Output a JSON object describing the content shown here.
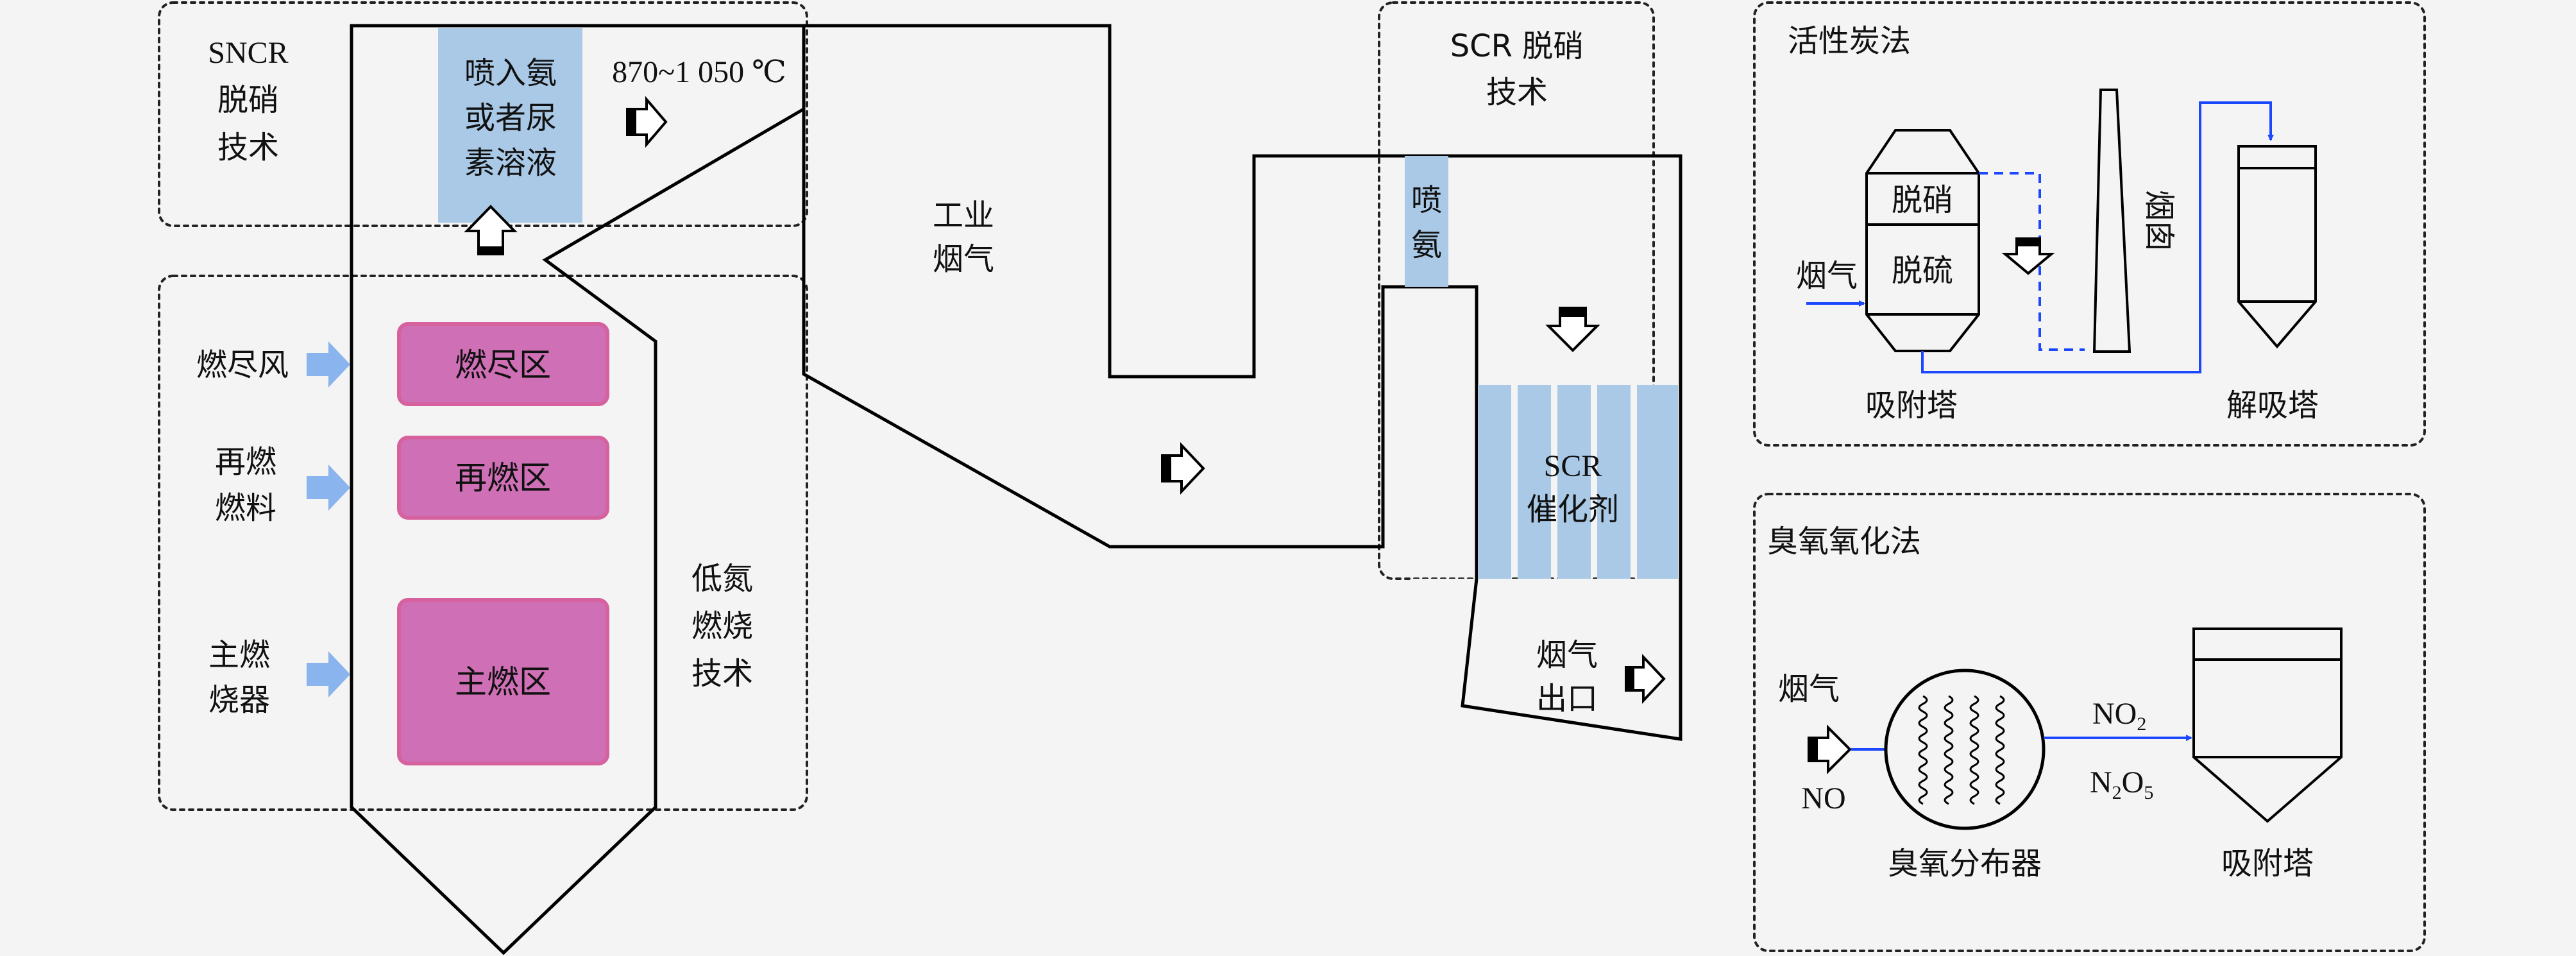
{
  "sncr": {
    "line1": "SNCR",
    "line2": "脱硝",
    "line3": "技术",
    "inject1": "喷入氨",
    "inject2": "或者尿",
    "inject3": "素溶液",
    "temp": "870~1 050 ℃"
  },
  "low_nox": {
    "line1": "低氮",
    "line2": "燃烧",
    "line3": "技术"
  },
  "inputs": {
    "burnout_air": "燃尽风",
    "reburn1": "再燃",
    "reburn2": "燃料",
    "main1": "主燃",
    "main2": "烧器"
  },
  "zones": {
    "burnout": "燃尽区",
    "reburn": "再燃区",
    "main": "主燃区"
  },
  "flue": {
    "line1": "工业",
    "line2": "烟气"
  },
  "scr": {
    "line1": "SCR 脱硝",
    "line2": "技术",
    "spray1": "喷",
    "spray2": "氨",
    "cat1": "SCR",
    "cat2": "催化剂",
    "out1": "烟气",
    "out2": "出口"
  },
  "activated_carbon": {
    "title": "活性炭法",
    "denitration": "脱硝",
    "desulfurization": "脱硫",
    "flue_gas": "烟气",
    "chimney": "烟囱",
    "adsorber": "吸附塔",
    "desorber": "解吸塔"
  },
  "ozone": {
    "title": "臭氧氧化法",
    "flue_gas": "烟气",
    "no": "NO",
    "no2_main": "NO",
    "no2_sub": "2",
    "n2o5_n": "N",
    "n2o5_n_sub": "2",
    "n2o5_o": "O",
    "n2o5_o_sub": "5",
    "distributor": "臭氧分布器",
    "adsorber": "吸附塔"
  },
  "colors": {
    "zone_fill": "#cf6fb6",
    "zone_stroke": "#d6619f",
    "inject_fill": "#a9c9e6",
    "arrow_blue": "#8ab4ee",
    "line_blue": "#1b48ff"
  }
}
